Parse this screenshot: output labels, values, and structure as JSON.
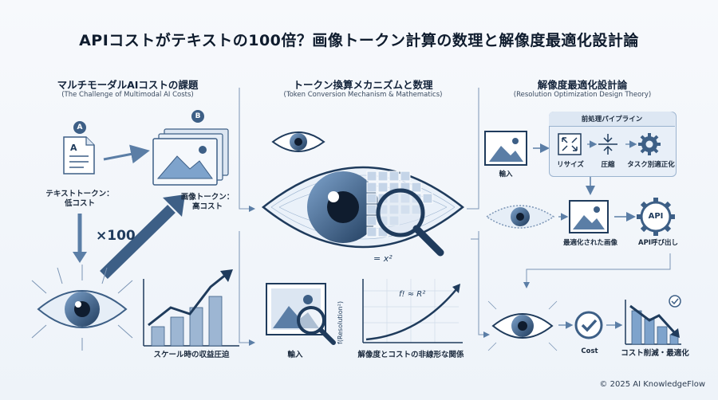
{
  "title": "APIコストがテキストの100倍？画像トークン計算の数理と解像度最適化設計論",
  "sections": {
    "left": {
      "title": "マルチモーダルAIコストの課題",
      "subtitle": "(The Challenge of Multimodal AI Costs)"
    },
    "middle": {
      "title": "トークン換算メカニズムと数理",
      "subtitle": "(Token Conversion Mechanism & Mathematics)"
    },
    "right": {
      "title": "解像度最適化設計論",
      "subtitle": "(Resolution Optimization Design Theory)"
    }
  },
  "left": {
    "badge_a": "A",
    "badge_b": "B",
    "text_token_label": "テキストトークン：\n低コスト",
    "image_token_label": "画像トークン：\n高コスト",
    "multiplier": "×100",
    "scale_label": "スケール時の収益圧迫"
  },
  "middle": {
    "formula_grid": "= x²",
    "input_label": "輸入",
    "formula_curve": "f! ≈ R²",
    "yaxis_label": "f(Resolution²)",
    "relation_label": "解像度とコストの非線形な関係"
  },
  "right": {
    "input_label": "輸入",
    "pipeline_title": "前処理パイプライン",
    "pipeline_steps": [
      "リサイズ",
      "圧縮",
      "タスク別適正化"
    ],
    "optimized_label": "最適化された画像",
    "api_badge": "API",
    "api_label": "API呼び出し",
    "cost_label": "Cost",
    "reduction_label": "コスト削減・最適化"
  },
  "footer": "© 2025 AI KnowledgeFlow",
  "colors": {
    "accent": "#3d5f86",
    "light": "#dce6f2",
    "line": "#5b7ea6",
    "dark": "#1f3b5c"
  }
}
